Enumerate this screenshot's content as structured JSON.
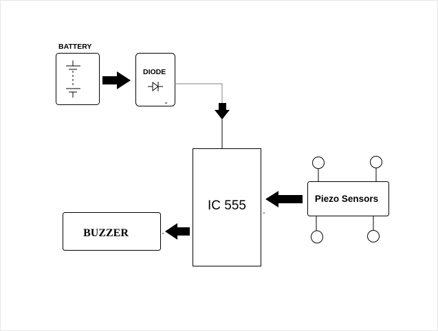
{
  "diagram": {
    "title": "",
    "blocks": {
      "battery": {
        "label": "BATTERY",
        "icon": "battery-cells-icon"
      },
      "diode": {
        "label": "DIODE",
        "icon": "diode-symbol-icon"
      },
      "ic": {
        "label": "IC 555"
      },
      "sensors": {
        "label": "Piezo Sensors",
        "icon": "piezo-sensor-icon"
      },
      "buzzer": {
        "label": "BUZZER"
      }
    },
    "connections": [
      {
        "from": "battery",
        "to": "diode"
      },
      {
        "from": "diode",
        "to": "ic"
      },
      {
        "from": "sensors",
        "to": "ic"
      },
      {
        "from": "ic",
        "to": "buzzer"
      }
    ],
    "colors": {
      "stroke": "#000000",
      "wire": "#808080",
      "background": "#ffffff",
      "border": "#e6e6e6"
    }
  }
}
